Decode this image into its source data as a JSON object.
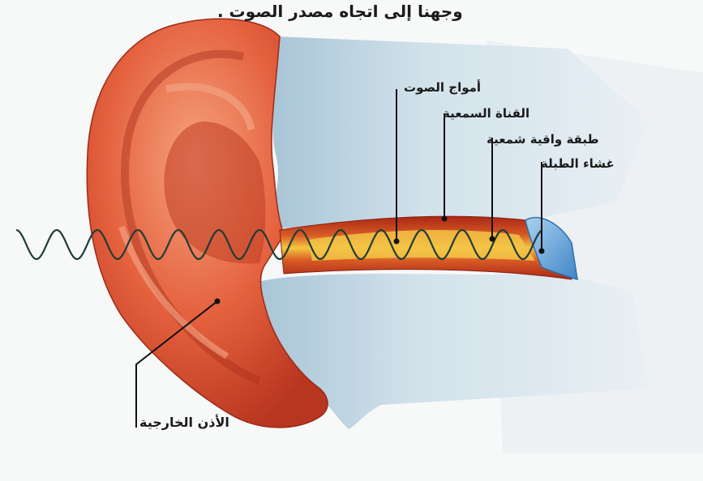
{
  "caption": "وجهنا إلى اتجاه مصدر الصوت .",
  "labels": {
    "sound_waves": "أمواج الصوت",
    "ear_canal": "القناة السمعية",
    "wax_layer": "طبقة واقية شمعية",
    "eardrum": "غشاء الطبلة",
    "outer_ear": "الأذن الخارجية"
  },
  "colors": {
    "background": "#f7f8f8",
    "skin": "#d9492f",
    "skin_light": "#f08a66",
    "tissue": "#b9d1e0",
    "canal_inner": "#f2c23a",
    "eardrum": "#7ab4e0",
    "wave": "#1f3d36"
  }
}
